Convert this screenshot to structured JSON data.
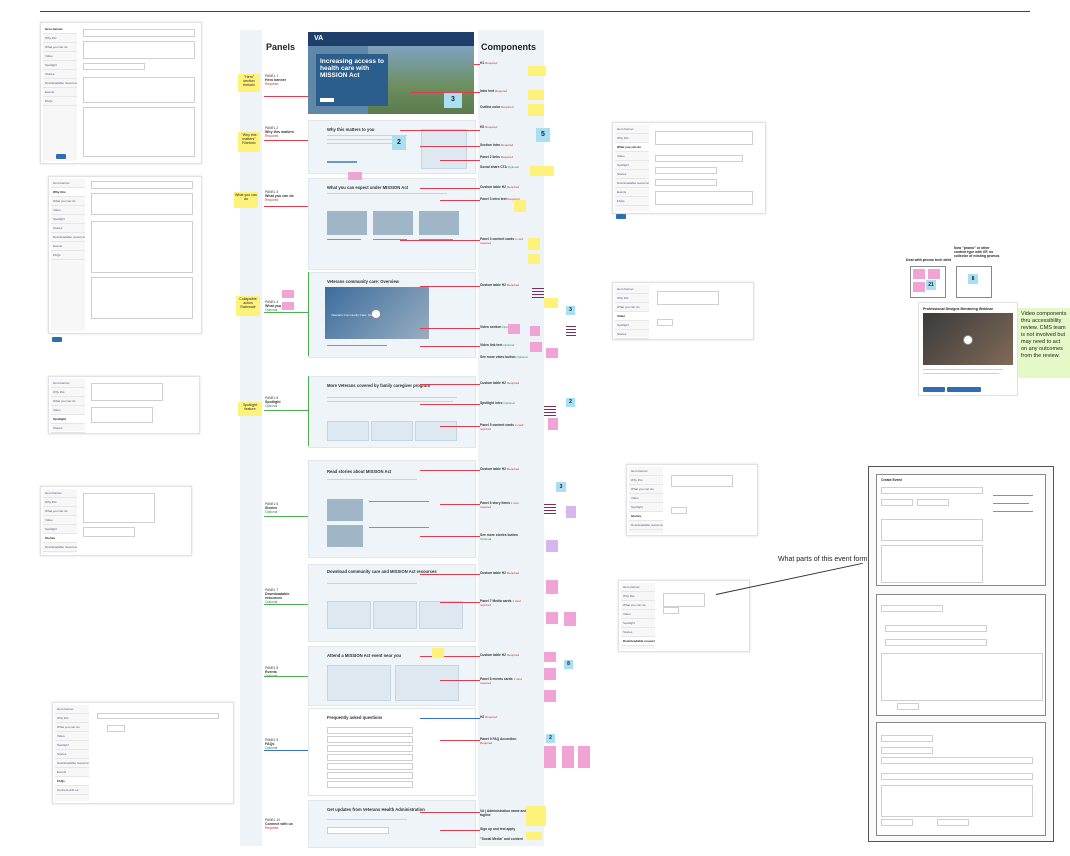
{
  "headers": {
    "panels": "Panels",
    "components": "Components"
  },
  "hero": {
    "brand": "VA",
    "title": "Increasing access to health care with MISSION Act",
    "count": "3"
  },
  "sections": [
    {
      "title": "Why this matters to you",
      "count": "2"
    },
    {
      "title": "What you can expect under MISSION Act"
    },
    {
      "title": "Veterans community care: Overview",
      "video_label": "Veterans Community Care: Overview"
    },
    {
      "title": "More Veterans covered by family caregiver program"
    },
    {
      "title": "Read stories about MISSION Act"
    },
    {
      "title": "Download community care and MISSION Act resources"
    },
    {
      "title": "Attend a MISSION Act event near you"
    },
    {
      "title": "Frequently asked questions"
    },
    {
      "title": "Get updates from Veterans Health Administration"
    }
  ],
  "panel_labels": [
    {
      "label": "PANEL 1",
      "name": "Hero banner",
      "status": "Required"
    },
    {
      "label": "PANEL 2",
      "name": "Why this matters",
      "status": "Required"
    },
    {
      "label": "PANEL 3",
      "name": "What you can do",
      "status": "Required"
    },
    {
      "label": "PANEL 4",
      "name": "What you can do",
      "status": "Optional"
    },
    {
      "label": "PANEL 5",
      "name": "Spotlight",
      "status": "Optional"
    },
    {
      "label": "PANEL 6",
      "name": "Stories",
      "status": "Optional"
    },
    {
      "label": "PANEL 7",
      "name": "Downloadable resources",
      "status": "Optional"
    },
    {
      "label": "PANEL 8",
      "name": "Events",
      "status": "Optional"
    },
    {
      "label": "PANEL 9",
      "name": "FAQs",
      "status": "Optional"
    },
    {
      "label": "PANEL 10",
      "name": "Connect with us",
      "status": "Required"
    }
  ],
  "yellow_notes": [
    {
      "text": "\"Hero\" section rhetoric"
    },
    {
      "text": "\"Why this matters\" Rhetoric"
    },
    {
      "text": "What you can do"
    },
    {
      "text": "Collapsible action Rationale"
    },
    {
      "text": "Spotlight feature"
    }
  ],
  "component_notes": [
    {
      "name": "H1",
      "status": "Required"
    },
    {
      "name": "Intro text",
      "status": "Required"
    },
    {
      "name": "Outline color",
      "status": "Required"
    },
    {
      "name": "H2",
      "status": "Required"
    },
    {
      "name": "Section intro",
      "status": "Required"
    },
    {
      "name": "Panel 2 links",
      "status": "Required"
    },
    {
      "name": "Social share CTA",
      "status": "Optional"
    },
    {
      "name": "Custom table H2",
      "status": "Required"
    },
    {
      "name": "Panel 3 intro text",
      "status": "Required"
    },
    {
      "name": "Panel 3 content cards",
      "status": "1 card required"
    },
    {
      "name": "Custom table H2",
      "status": "Required"
    },
    {
      "name": "Video section",
      "status": "Optional"
    },
    {
      "name": "Video link text",
      "status": "Optional"
    },
    {
      "name": "See more video button",
      "status": "Optional"
    },
    {
      "name": "Custom table H2",
      "status": "Required"
    },
    {
      "name": "Spotlight intro",
      "status": "Optional"
    },
    {
      "name": "Panel 5 content cards",
      "status": "1 card required"
    },
    {
      "name": "Custom table H2",
      "status": "Required"
    },
    {
      "name": "Panel 6 story items",
      "status": "1 item required"
    },
    {
      "name": "See more stories button",
      "status": "Optional"
    },
    {
      "name": "Custom table H2",
      "status": "Required"
    },
    {
      "name": "Panel 7 Media cards",
      "status": "1 card required"
    },
    {
      "name": "Custom table H2",
      "status": "Required"
    },
    {
      "name": "Panel 8 events cards",
      "status": "1 card required"
    },
    {
      "name": "H2",
      "status": "Required"
    },
    {
      "name": "Panel 9 FAQ Accordion",
      "status": "Required"
    },
    {
      "name": "VA | Administration name and tagline",
      "status": ""
    },
    {
      "name": "Sign up and text apply",
      "status": ""
    },
    {
      "name": "\"Social Media\" and content",
      "status": ""
    }
  ],
  "counts": [
    "5",
    "3",
    "2",
    "3",
    "8",
    "2"
  ],
  "right": {
    "tech_debt": {
      "label": "Deal with promo tech debt",
      "count": "21"
    },
    "promo_types": {
      "label": "Now \"promo\" or other content type with GF, no collector of existing promos",
      "count": "8"
    },
    "video": {
      "title": "Professional Designs Mentoring Webinar",
      "note": "Video components thru accessibility review. CMS team is not involved but may need to act on any outcomes from the review."
    },
    "event_question": "What parts of this event form?",
    "event_form_title": "Create Event"
  },
  "cms_sidebar": [
    "Hero banner",
    "Why this",
    "What you can do",
    "Video",
    "Spotlight",
    "Stories",
    "Downloadable resources",
    "Events",
    "FAQs",
    "Connect with us"
  ]
}
